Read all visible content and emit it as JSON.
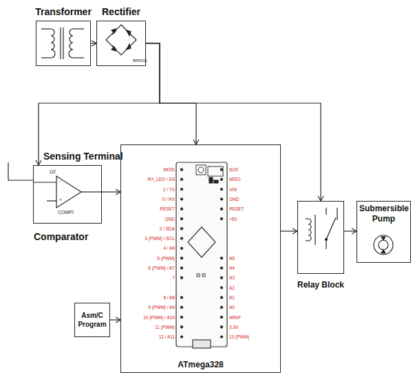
{
  "diagram": {
    "nodes": [
      {
        "text": [
          "Transformer"
        ]
      },
      {
        "text": [
          "Rectifier"
        ]
      },
      {
        "text": [
          "Sensing Terminal",
          "Comparator"
        ]
      },
      {
        "text": [
          "ATmega328"
        ]
      },
      {
        "text": [
          "Asm/C Program"
        ]
      },
      {
        "text": [
          "Relay Block"
        ]
      },
      {
        "text": [
          "Submersible Pump"
        ]
      }
    ],
    "edges": [
      {
        "from": 0,
        "to": 1,
        "arrow": "to"
      },
      {
        "from": 1,
        "to": 2,
        "arrow": "to"
      },
      {
        "from": 1,
        "to": 3,
        "arrow": "to"
      },
      {
        "from": 1,
        "to": 5,
        "arrow": "to"
      },
      {
        "from": 2,
        "to": 3,
        "arrow": "to"
      },
      {
        "from": 4,
        "to": 3,
        "arrow": "to"
      },
      {
        "from": 3,
        "to": 5,
        "arrow": "to"
      },
      {
        "from": 5,
        "to": 6,
        "arrow": "to"
      }
    ],
    "labels": [
      "BRIDGE",
      "-",
      "+",
      "U2",
      "COMPI",
      "MOSI",
      "RX_LED / SS",
      "1 / TX",
      "0 / RX",
      "RESET",
      "GND",
      "2 / SDA",
      "3 (PWM) / SCL",
      "4 / A6",
      "5 (PWM)",
      "6 (PWM) / A7",
      "7",
      "8 / A8",
      "9 (PWM) / A9",
      "10 (PWM) / A10",
      "11 (PWM)",
      "12 / A11",
      "SCK",
      "MISO",
      "VIN",
      "GND",
      "RESET",
      "+5V",
      "A5",
      "A4",
      "A3",
      "A2",
      "A1",
      "A0",
      "AREF",
      "3.3V",
      "13 (PWM)"
    ]
  }
}
